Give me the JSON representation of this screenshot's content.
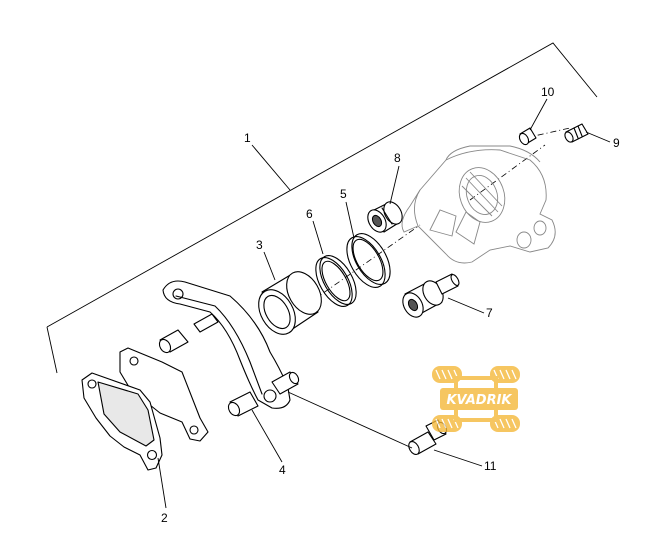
{
  "callouts": {
    "c1": "1",
    "c2": "2",
    "c3": "3",
    "c4": "4",
    "c5": "5",
    "c6": "6",
    "c7": "7",
    "c8": "8",
    "c9": "9",
    "c10": "10",
    "c11": "11"
  },
  "watermark": {
    "brand": "KVADRIK",
    "color": "#f5b83a"
  }
}
